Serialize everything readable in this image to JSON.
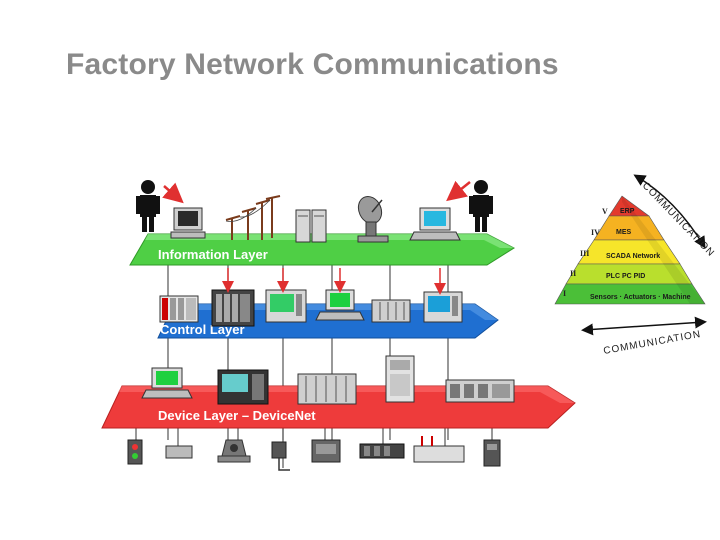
{
  "slide": {
    "title": "Factory Network Communications"
  },
  "layers": [
    {
      "label": "Information Layer",
      "color": "#4fcf45"
    },
    {
      "label": "Control Layer",
      "color": "#1f6fd1"
    },
    {
      "label": "Device Layer – DeviceNet",
      "color": "#ee3b3b"
    }
  ],
  "pyramid": {
    "levels": [
      {
        "numeral": "V",
        "text": "ERP",
        "color": "#e33a2d"
      },
      {
        "numeral": "IV",
        "text": "MES",
        "color": "#f5b221"
      },
      {
        "numeral": "III",
        "text": "SCADA Network",
        "color": "#f6e52a"
      },
      {
        "numeral": "II",
        "text": "PLC   PC   PID",
        "color": "#b9df2d"
      },
      {
        "numeral": "I",
        "text": "Sensors · Actuators · Machine",
        "color": "#4bbf38"
      }
    ],
    "vertical_label": "COMMUNICATION",
    "horizontal_label": "COMMUNICATION"
  },
  "icons": [
    "person-icon",
    "computer-icon",
    "power-lines-icon",
    "server-icon",
    "satellite-dish-icon",
    "laptop-icon",
    "plc-icon",
    "hmi-panel-icon",
    "drive-icon",
    "sensor-icon",
    "valve-icon"
  ]
}
